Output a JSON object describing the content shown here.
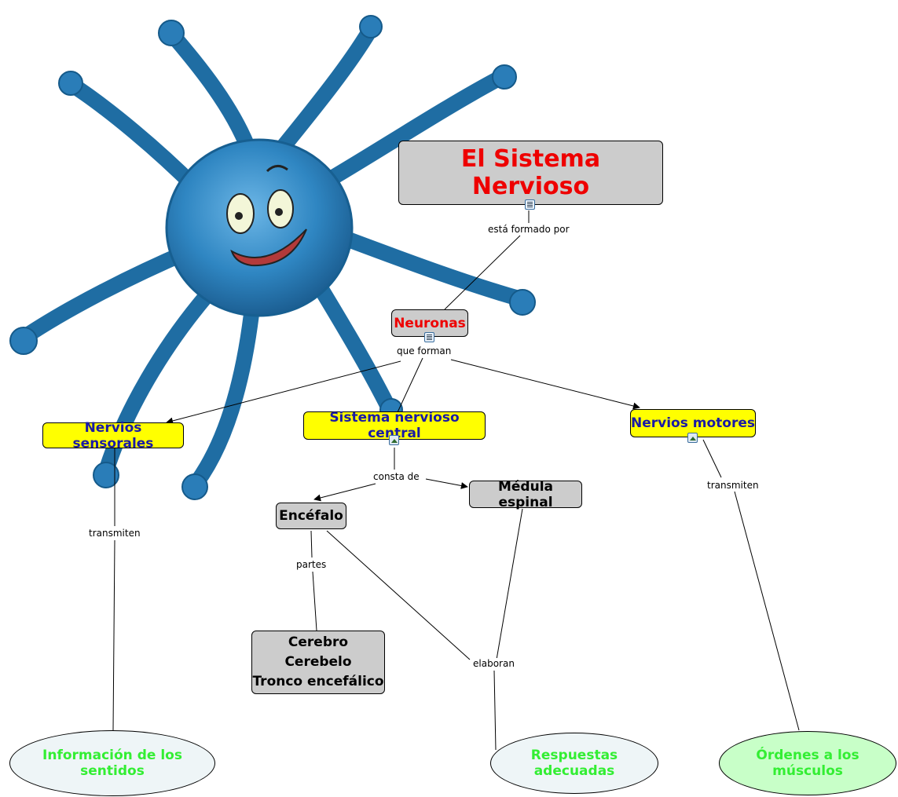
{
  "concept_map": {
    "title": "El Sistema Nervioso",
    "neuronas": "Neuronas",
    "nervios_sensorales": "Nervios sensorales",
    "snc": "Sistema nervioso central",
    "nervios_motores": "Nervios motores",
    "encefalo": "Encéfalo",
    "medula": "Médula espinal",
    "partes_lines": [
      "Cerebro",
      "Cerebelo",
      "Tronco encefálico"
    ],
    "info_sentidos": "Información de los sentidos",
    "respuestas": "Respuestas adecuadas",
    "ordenes": "Órdenes a los músculos"
  },
  "links": {
    "esta_formado_por": "está formado por",
    "que_forman": "que forman",
    "consta_de": "consta de",
    "partes": "partes",
    "elaboran": "elaboran",
    "transmiten_left": "transmiten",
    "transmiten_right": "transmiten"
  },
  "colors": {
    "title_text": "#ee0000",
    "neuronas_text": "#ee0000",
    "nervios_text": "#1a1aa6",
    "yellow_fill": "#ffff00",
    "gray_fill": "#cccccc",
    "green_text": "#33ee33",
    "oval_fill": "#eef5f7",
    "oval_green_fill": "#c8ffc8",
    "neuron_blue": "#2f86c2"
  },
  "icons": {
    "neuron_illustration": "cartoon-neuron",
    "resource_doc": "document-resource-icon",
    "resource_img": "image-resource-icon"
  }
}
